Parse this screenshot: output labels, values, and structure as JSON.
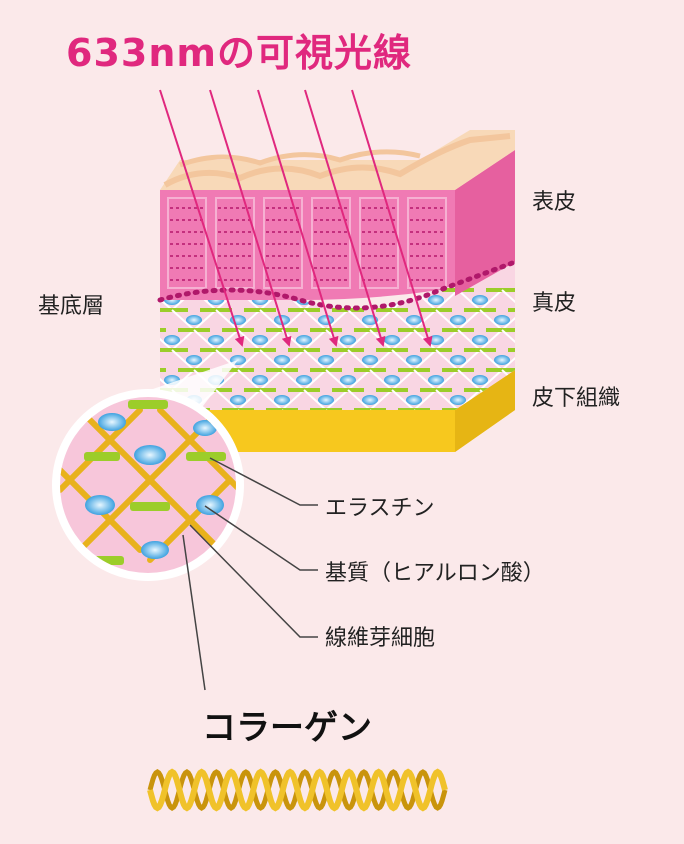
{
  "title": "633nmの可視光線",
  "layers": {
    "epidermis": "表皮",
    "dermis": "真皮",
    "subcutis": "皮下組織",
    "basal": "基底層"
  },
  "magnified": {
    "elastin": "エラスチン",
    "matrix": "基質（ヒアルロン酸）",
    "fibroblast": "線維芽細胞"
  },
  "collagen": "コラーゲン",
  "colors": {
    "title": "#e0287e",
    "background": "#fbe9ea",
    "epidermis": "#f07ab4",
    "skin_surface": "#f8d9b8",
    "dermis": "#f6c4d8",
    "subcutis": "#f7c81e",
    "elastin": "#9ccd2a",
    "collagen": "#e8b21c",
    "fibroblast": "#4aa9e6",
    "light_arrow": "#e0287e"
  }
}
